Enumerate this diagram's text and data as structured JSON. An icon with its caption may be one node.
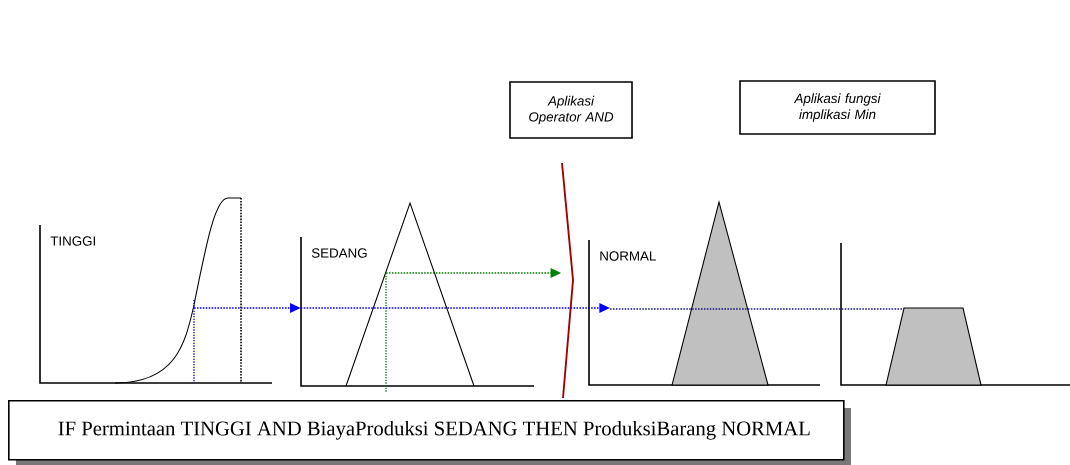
{
  "diagram": {
    "nodes": [
      {
        "text": [
          "Aplikasi Operator AND"
        ]
      },
      {
        "text": [
          "Aplikasi fungsi implikasi Min"
        ]
      },
      {
        "text": [
          "TINGGI"
        ]
      },
      {
        "text": [
          "SEDANG"
        ]
      },
      {
        "text": [
          "NORMAL"
        ]
      },
      {
        "text": [],
        "shape": "box"
      },
      {
        "text": [
          "IF Permintaan TINGGI AND BiayaProduksi SEDANG THEN ProduksiBarang NORMAL"
        ]
      },
      {
        "text": [],
        "shape": "bar"
      }
    ],
    "edges": [
      {
        "from": 2,
        "to": 3,
        "arrow": "to",
        "style": "dashed"
      },
      {
        "from": 3,
        "to": 4,
        "arrow": "to",
        "style": "dashed"
      },
      {
        "from": 4,
        "to": 5,
        "arrow": "none",
        "style": "dashed",
        "color": "#1a1a80"
      },
      {
        "from": 3,
        "to": 7,
        "arrow": "to",
        "style": "dashed",
        "color": "#008000"
      }
    ]
  }
}
